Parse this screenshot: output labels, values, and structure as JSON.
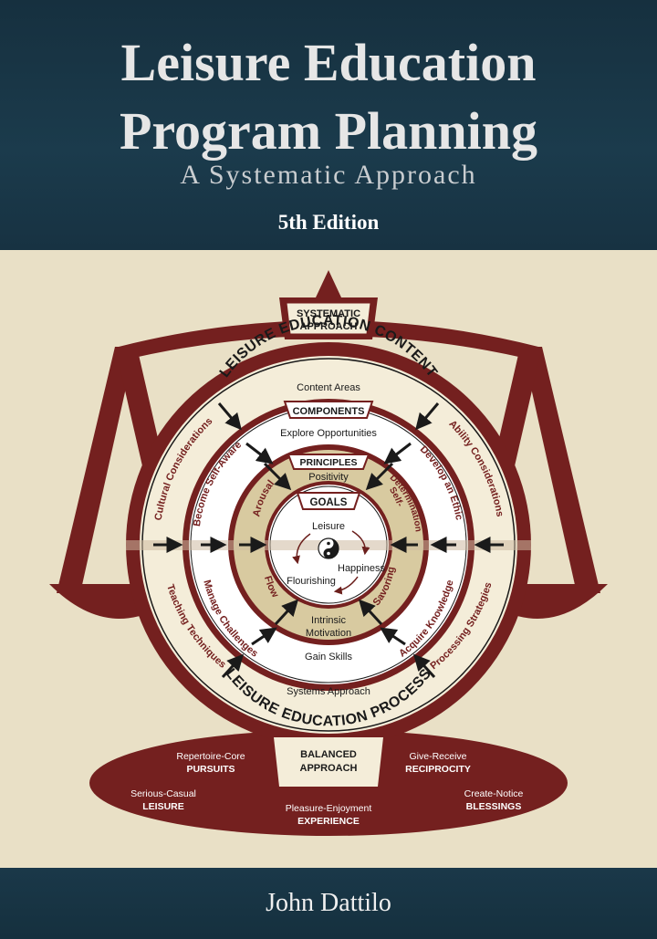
{
  "cover": {
    "title_line1": "Leisure Education",
    "title_line2": "Program Planning",
    "subtitle": "A Systematic Approach",
    "edition": "5th Edition",
    "author": "John Dattilo"
  },
  "diagram": {
    "systematic_approach": [
      "SYSTEMATIC",
      "APPROACH"
    ],
    "content_heading": "LEISURE EDUCATION CONTENT",
    "process_heading": "LEISURE EDUCATION PROCESS",
    "content_areas": "Content Areas",
    "systems_approach": "Systems Approach",
    "outer_left_upper": "Cultural Considerations",
    "outer_right_upper": "Ability Considerations",
    "outer_left_lower": "Teaching Techniques",
    "outer_right_lower": "Processing Strategies",
    "components": "COMPONENTS",
    "comp_top": "Explore Opportunities",
    "comp_bottom": "Gain Skills",
    "comp_left_upper": "Become Self-Aware",
    "comp_right_upper": "Develop an Ethic",
    "comp_left_lower": "Manage Challenges",
    "comp_right_lower": "Acquire Knowledge",
    "principles": "PRINCIPLES",
    "prin_top": "Positivity",
    "prin_left_upper": "Arousal",
    "prin_right_upper": [
      "Self-",
      "Determination"
    ],
    "prin_left_lower": "Flow",
    "prin_right_lower": "Savoring",
    "prin_bottom": [
      "Intrinsic",
      "Motivation"
    ],
    "goals": "GOALS",
    "goal_leisure": "Leisure",
    "goal_happiness": "Happiness",
    "goal_flourishing": "Flourishing",
    "balanced_approach": [
      "BALANCED",
      "APPROACH"
    ],
    "base_items": [
      {
        "small": "Repertoire-Core",
        "big": "PURSUITS"
      },
      {
        "small": "Give-Receive",
        "big": "RECIPROCITY"
      },
      {
        "small": "Serious-Casual",
        "big": "LEISURE"
      },
      {
        "small": "Pleasure-Enjoyment",
        "big": "EXPERIENCE"
      },
      {
        "small": "Create-Notice",
        "big": "BLESSINGS"
      }
    ]
  },
  "colors": {
    "header_bg": "#1b3b4c",
    "cream": "#e9e0c6",
    "maroon": "#74201f",
    "ring_light": "#f4edd9",
    "ring_tan": "#d8caa0"
  }
}
